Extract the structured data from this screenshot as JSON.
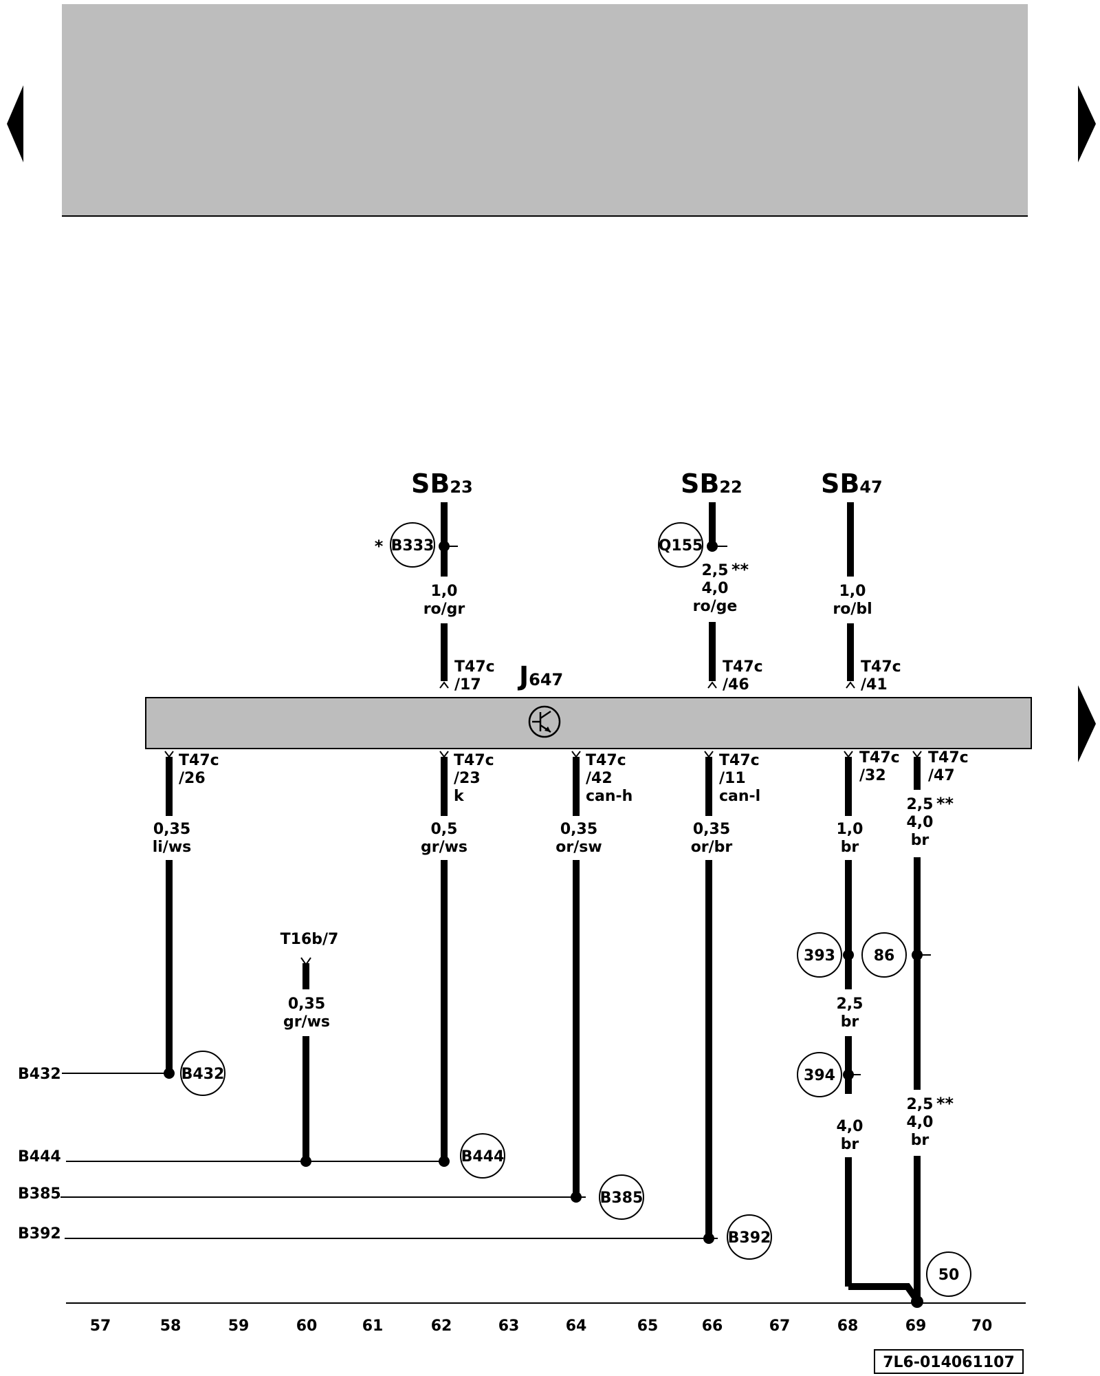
{
  "header": {
    "panel_color": "#bdbdbd"
  },
  "navigation": {
    "prev_icon": "triangle-left-icon",
    "next_icon": "triangle-right-icon",
    "next_icon_2": "triangle-right-icon"
  },
  "fuses": [
    {
      "main": "SB",
      "sub": "23"
    },
    {
      "main": "SB",
      "sub": "22"
    },
    {
      "main": "SB",
      "sub": "47"
    }
  ],
  "control_unit": {
    "main": "J",
    "sub": "647",
    "color": "#bdbdbd",
    "symbol": "transistor-icon"
  },
  "top_wires": [
    {
      "splice": "B333",
      "star": "*",
      "size_lines": [
        "1,0",
        "ro/gr"
      ],
      "connector": [
        "T47c",
        "/17"
      ]
    },
    {
      "splice": "Q155",
      "size_lines": [
        "2,5",
        "4,0",
        "ro/ge"
      ],
      "stars": "**",
      "connector": [
        "T47c",
        "/46"
      ]
    },
    {
      "size_lines": [
        "1,0",
        "ro/bl"
      ],
      "connector": [
        "T47c",
        "/41"
      ]
    }
  ],
  "bottom_wires": [
    {
      "connector": [
        "T47c",
        "/26"
      ],
      "size_lines": [
        "0,35",
        "li/ws"
      ],
      "end": "B432"
    },
    {
      "connector": [
        "T47c",
        "/23",
        "k"
      ],
      "size_lines": [
        "0,5",
        "gr/ws"
      ],
      "end": "B444"
    },
    {
      "connector": [
        "T47c",
        "/42",
        "can-h"
      ],
      "size_lines": [
        "0,35",
        "or/sw"
      ],
      "end": "B385"
    },
    {
      "connector": [
        "T47c",
        "/11",
        "can-l"
      ],
      "size_lines": [
        "0,35",
        "or/br"
      ],
      "end": "B392"
    },
    {
      "connector": [
        "T47c",
        "/32"
      ],
      "size_lines": [
        "1,0",
        "br"
      ],
      "splices": [
        "393",
        "394"
      ],
      "mid_lines": [
        "2,5",
        "br"
      ],
      "low_lines": [
        "4,0",
        "br"
      ]
    },
    {
      "connector": [
        "T47c",
        "/47"
      ],
      "size_lines": [
        "2,5",
        "4,0",
        "br"
      ],
      "stars": "**",
      "splice": "86",
      "low_lines": [
        "2,5",
        "4,0",
        "br"
      ],
      "low_stars": "**",
      "ground": "50"
    }
  ],
  "t16": {
    "connector": "T16b/7",
    "size_lines": [
      "0,35",
      "gr/ws"
    ]
  },
  "bus_lines": [
    {
      "label": "B432",
      "circle": "B432"
    },
    {
      "label": "B444",
      "circle": "B444"
    },
    {
      "label": "B385",
      "circle": "B385"
    },
    {
      "label": "B392",
      "circle": "B392"
    }
  ],
  "axis": {
    "ticks": [
      "57",
      "58",
      "59",
      "60",
      "61",
      "62",
      "63",
      "64",
      "65",
      "66",
      "67",
      "68",
      "69",
      "70"
    ]
  },
  "doc_id": "7L6-014061107"
}
